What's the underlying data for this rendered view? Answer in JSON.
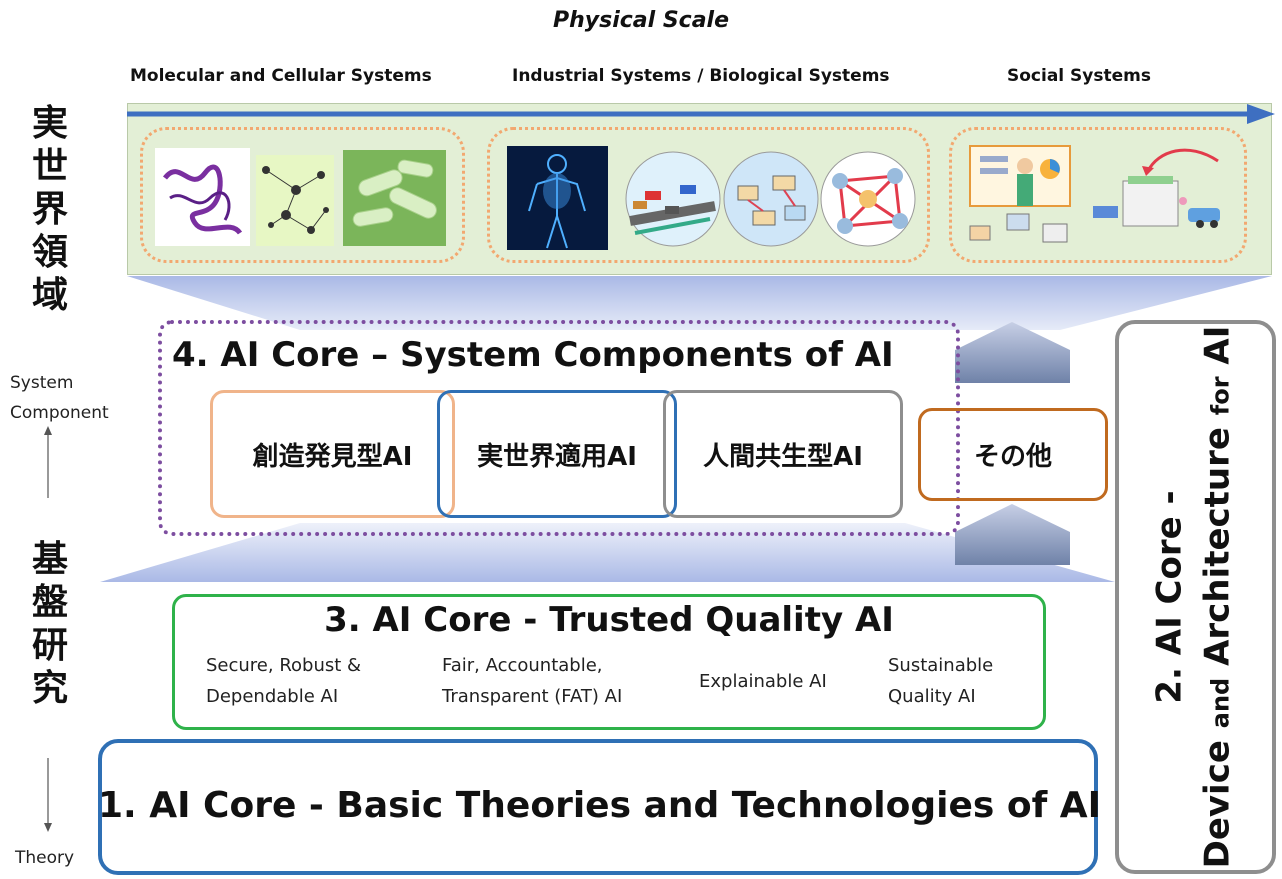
{
  "header": {
    "title": "Physical Scale",
    "scales": [
      "Molecular and Cellular Systems",
      "Industrial Systems / Biological Systems",
      "Social Systems"
    ]
  },
  "left_labels": {
    "real_world": "実世界領域",
    "basic_research": "基盤研究",
    "system_component": "System Component",
    "theory": "Theory"
  },
  "core4": {
    "title": "4. AI Core – System Components of AI",
    "components": [
      "創造発見型AI",
      "実世界適用AI",
      "人間共生型AI"
    ],
    "other": "その他"
  },
  "core3": {
    "title": "3. AI Core - Trusted Quality AI",
    "items": [
      {
        "line1": "Secure, Robust &",
        "line2": "Dependable AI"
      },
      {
        "line1": "Fair, Accountable,",
        "line2": "Transparent (FAT) AI"
      },
      {
        "line1": "Explainable AI",
        "line2": ""
      },
      {
        "line1": "Sustainable",
        "line2": "Quality AI"
      }
    ]
  },
  "core1": {
    "title": "1. AI Core - Basic Theories and Technologies of AI"
  },
  "core2": {
    "line1": "2. AI Core -",
    "device": "Device",
    "and": "and",
    "architecture": "Architecture",
    "for": "for",
    "ai": "AI"
  },
  "colors": {
    "arrow": "#3e6fc1",
    "band": "#e3efd6",
    "group_dots": "#f2a870",
    "core4_frame": "#7d4ea0",
    "creative": "#f0b48a",
    "realworld": "#2f70b5",
    "human": "#8e8e8e",
    "other": "#c06a1f",
    "core3": "#2fb24a",
    "core1": "#2f70b5",
    "core2": "#8e8e8e"
  },
  "images": [
    "protein-structure-icon",
    "molecule-lattice-icon",
    "bacteria-icon",
    "human-body-icon",
    "traffic-system-icon",
    "factory-system-icon",
    "network-system-icon",
    "city-services-icon",
    "community-transport-icon"
  ]
}
